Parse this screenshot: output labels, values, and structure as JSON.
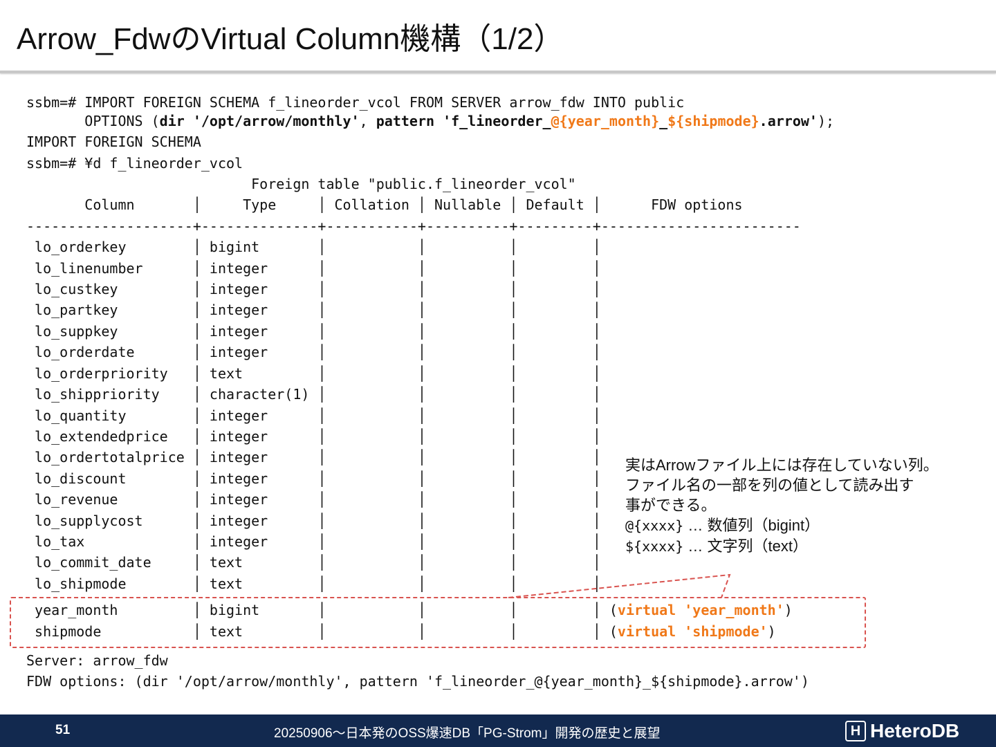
{
  "slide": {
    "title": "Arrow_FdwのVirtual Column機構（1/2）"
  },
  "terminal": {
    "import_cmd": "ssbm=# IMPORT FOREIGN SCHEMA f_lineorder_vcol FROM SERVER arrow_fdw INTO public",
    "options_indent": "       OPTIONS (",
    "options_dir": "dir '/opt/arrow/monthly'",
    "options_sep": ", ",
    "options_pattern_pre": "pattern 'f_lineorder_",
    "options_hl1": "@{year_month}",
    "options_mid": "_",
    "options_hl2": "${shipmode}",
    "options_pattern_post": ".arrow'",
    "options_end": ");",
    "import_result": "IMPORT FOREIGN SCHEMA",
    "describe_cmd": "ssbm=# ¥d f_lineorder_vcol",
    "table_title": "                           Foreign table \"public.f_lineorder_vcol\"",
    "header": "       Column       │     Type     │ Collation │ Nullable │ Default │      FDW options",
    "separator": "--------------------+--------------+-----------+----------+---------+------------------------",
    "rows": [
      " lo_orderkey        │ bigint       │           │          │         │",
      " lo_linenumber      │ integer      │           │          │         │",
      " lo_custkey         │ integer      │           │          │         │",
      " lo_partkey         │ integer      │           │          │         │",
      " lo_suppkey         │ integer      │           │          │         │",
      " lo_orderdate       │ integer      │           │          │         │",
      " lo_orderpriority   │ text         │           │          │         │",
      " lo_shippriority    │ character(1) │           │          │         │",
      " lo_quantity        │ integer      │           │          │         │",
      " lo_extendedprice   │ integer      │           │          │         │",
      " lo_ordertotalprice │ integer      │           │          │         │",
      " lo_discount        │ integer      │           │          │         │",
      " lo_revenue         │ integer      │           │          │         │",
      " lo_supplycost      │ integer      │           │          │         │",
      " lo_tax             │ integer      │           │          │         │",
      " lo_commit_date     │ text         │           │          │         │",
      " lo_shipmode        │ text         │           │          │         │"
    ],
    "vrow1_prefix": " year_month         │ bigint       │           │          │         │ (",
    "vrow1_hl": "virtual 'year_month'",
    "vrow1_suffix": ")",
    "vrow2_prefix": " shipmode           │ text         │           │          │         │ (",
    "vrow2_hl": "virtual 'shipmode'",
    "vrow2_suffix": ")",
    "server_line": "Server: arrow_fdw",
    "fdw_options_line": "FDW options: (dir '/opt/arrow/monthly', pattern 'f_lineorder_@{year_month}_${shipmode}.arrow')"
  },
  "callout": {
    "line1": "実はArrowファイル上には存在していない列。",
    "line2": "ファイル名の一部を列の値として読み出す",
    "line3": "事ができる。",
    "num_code": "@{xxxx}",
    "num_desc": "  … 数値列（bigint）",
    "str_code": "${xxxx}",
    "str_desc": "  … 文字列（text）"
  },
  "footer": {
    "page_number": "51",
    "text": "20250906～日本発のOSS爆速DB「PG-Strom」開発の歴史と展望",
    "logo_mark": "H",
    "logo_text": "HeteroDB"
  },
  "colors": {
    "highlight": "#f07818",
    "callout_border": "#d9534f",
    "footer_bg": "#12294f"
  }
}
